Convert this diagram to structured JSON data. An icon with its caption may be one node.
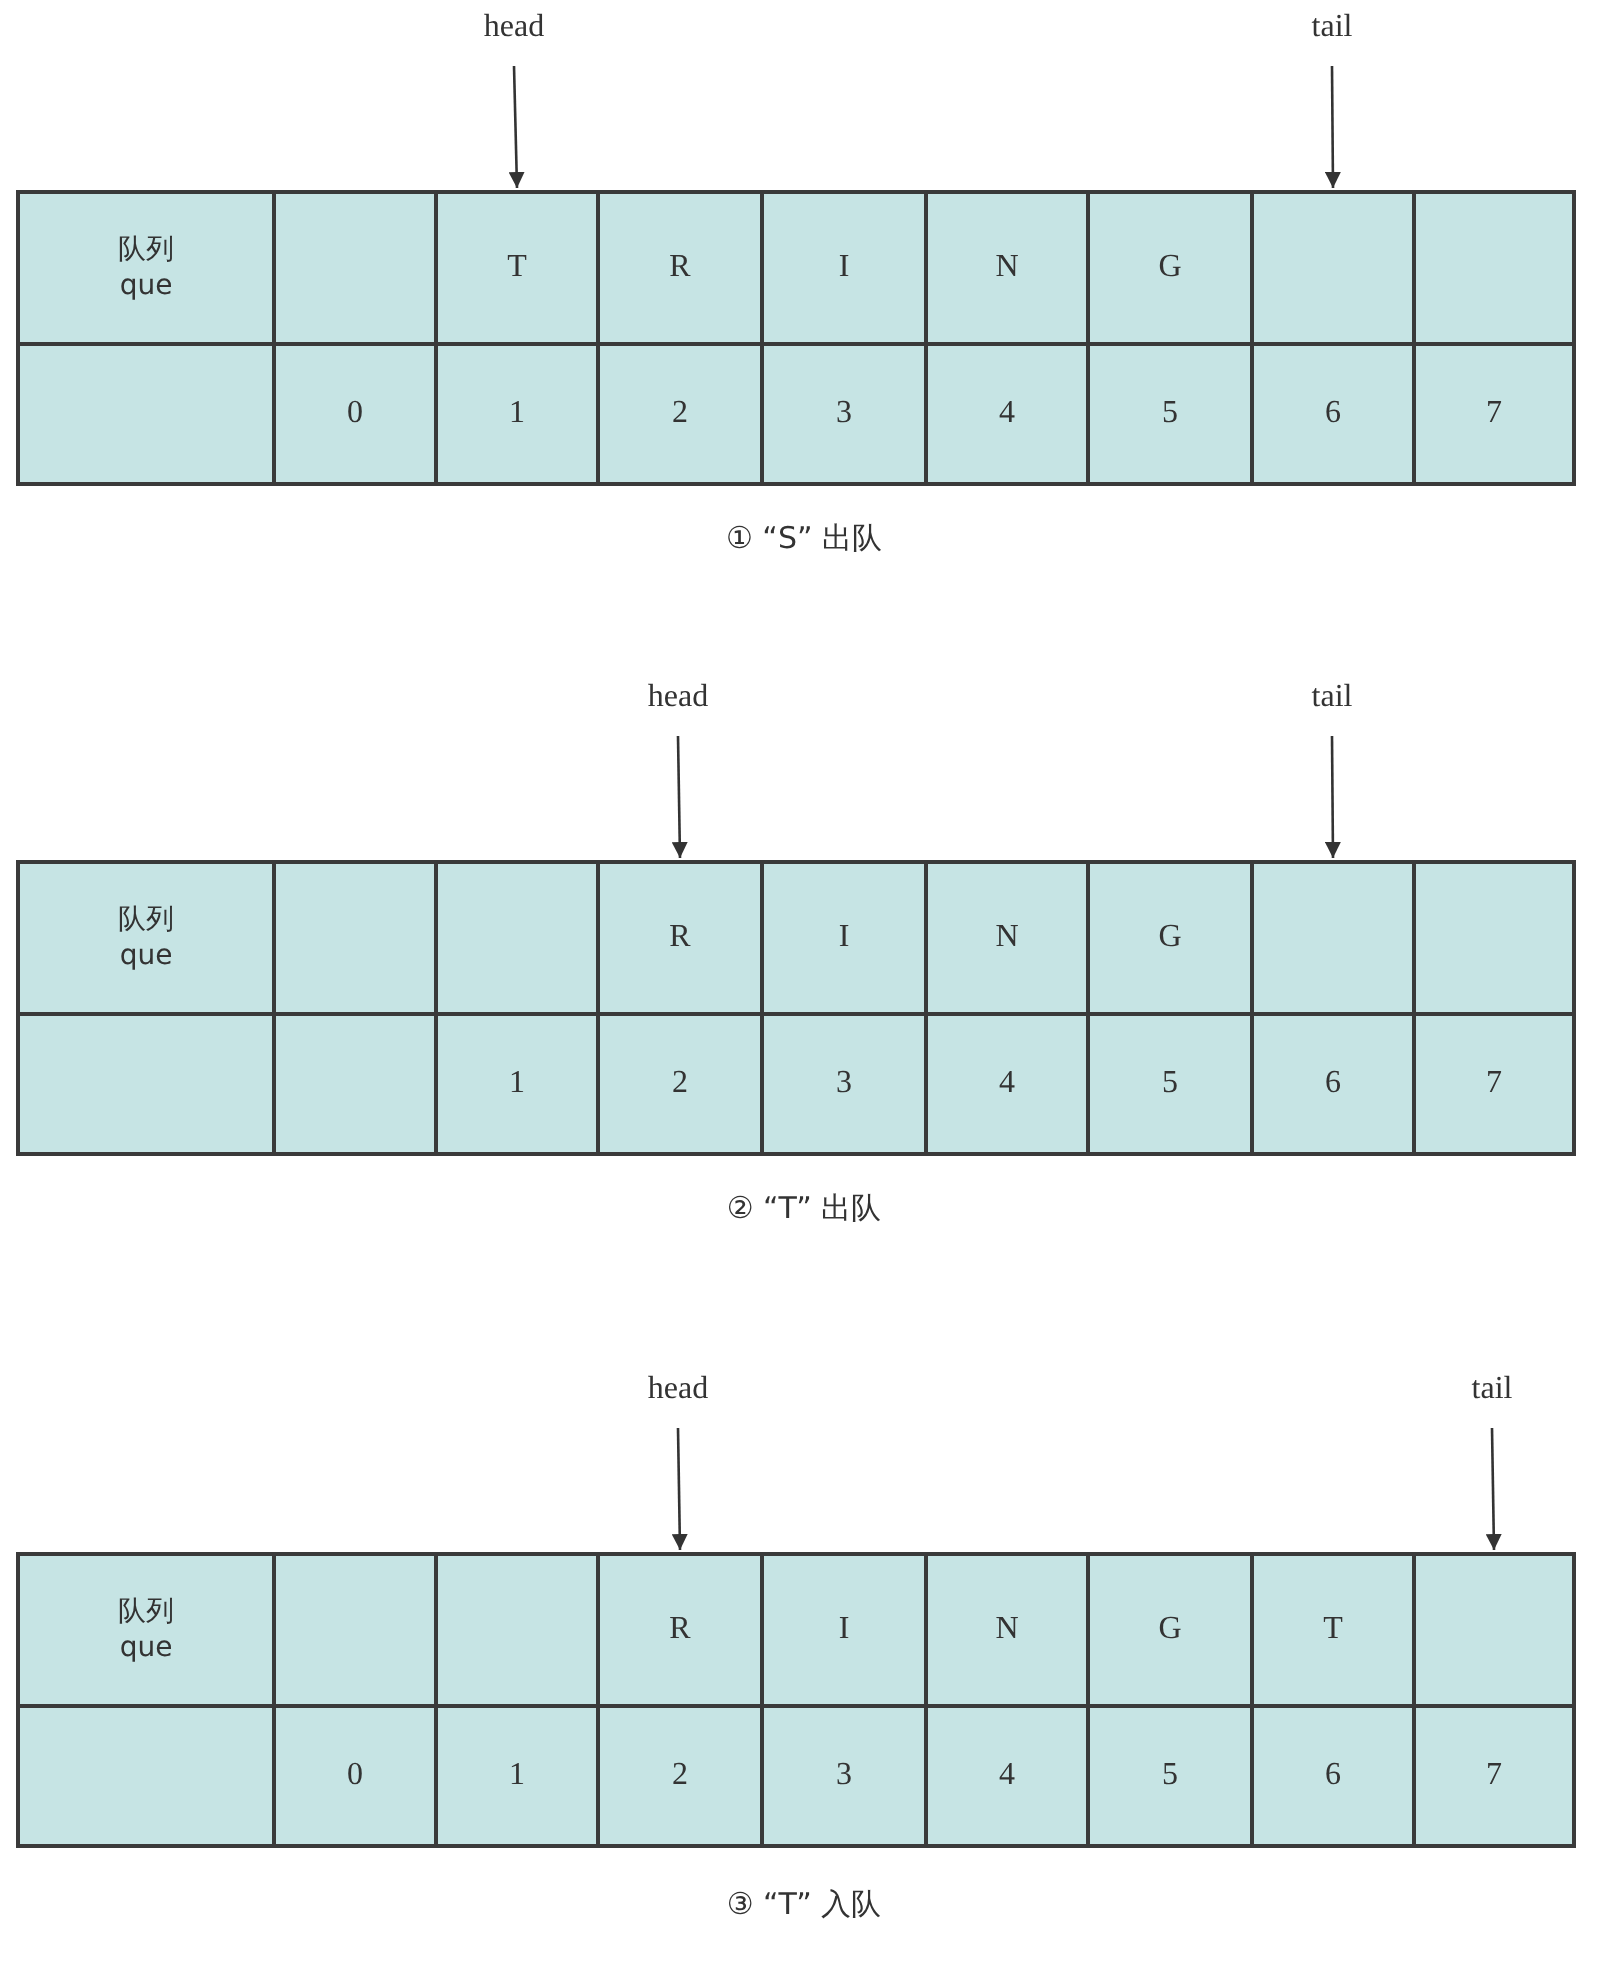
{
  "diagram": {
    "nodes": [
      {
        "text": [
          "head"
        ]
      },
      {
        "text": [
          "tail"
        ]
      },
      {
        "text": [
          "队列 que"
        ]
      },
      {
        "text": [],
        "shape": "box"
      },
      {
        "text": [
          "T"
        ]
      },
      {
        "text": [
          "R"
        ]
      },
      {
        "text": [
          "I"
        ]
      },
      {
        "text": [
          "N"
        ]
      },
      {
        "text": [
          "G"
        ]
      },
      {
        "text": [],
        "shape": "box"
      },
      {
        "text": [],
        "shape": "box"
      },
      {
        "text": [],
        "shape": "box"
      },
      {
        "text": [
          "0"
        ]
      },
      {
        "text": [
          "1"
        ]
      },
      {
        "text": [
          "2"
        ]
      },
      {
        "text": [
          "3"
        ]
      },
      {
        "text": [
          "4"
        ]
      },
      {
        "text": [
          "5"
        ]
      },
      {
        "text": [
          "6"
        ]
      },
      {
        "text": [
          "7"
        ]
      },
      {
        "text": [
          "head"
        ]
      },
      {
        "text": [
          "tail"
        ]
      },
      {
        "text": [
          "队列 que"
        ]
      },
      {
        "text": [],
        "shape": "box"
      },
      {
        "text": [],
        "shape": "box"
      },
      {
        "text": [
          "R"
        ]
      },
      {
        "text": [
          "I"
        ]
      },
      {
        "text": [
          "N"
        ]
      },
      {
        "text": [
          "G"
        ]
      },
      {
        "text": [],
        "shape": "box"
      },
      {
        "text": [],
        "shape": "box"
      },
      {
        "text": [],
        "shape": "box"
      },
      {
        "text": [],
        "shape": "box"
      },
      {
        "text": [
          "1"
        ]
      },
      {
        "text": [
          "2"
        ]
      },
      {
        "text": [
          "3"
        ]
      },
      {
        "text": [
          "4"
        ]
      },
      {
        "text": [
          "5"
        ]
      },
      {
        "text": [
          "6"
        ]
      },
      {
        "text": [
          "7"
        ]
      },
      {
        "text": [
          "head"
        ]
      },
      {
        "text": [
          "tail"
        ]
      },
      {
        "text": [
          "队列 que"
        ]
      },
      {
        "text": [],
        "shape": "box"
      },
      {
        "text": [],
        "shape": "box"
      },
      {
        "text": [
          "R"
        ]
      },
      {
        "text": [
          "I"
        ]
      },
      {
        "text": [
          "N"
        ]
      },
      {
        "text": [
          "G"
        ]
      },
      {
        "text": [
          "T"
        ]
      },
      {
        "text": [],
        "shape": "box"
      },
      {
        "text": [],
        "shape": "box"
      },
      {
        "text": [
          "0"
        ]
      },
      {
        "text": [
          "1"
        ]
      },
      {
        "text": [
          "2"
        ]
      },
      {
        "text": [
          "3"
        ]
      },
      {
        "text": [
          "4"
        ]
      },
      {
        "text": [
          "5"
        ]
      },
      {
        "text": [
          "6"
        ]
      },
      {
        "text": [
          "7"
        ]
      }
    ],
    "edges": [
      {
        "from": 0,
        "to": 4,
        "arrow": "to"
      },
      {
        "from": 1,
        "to": 9,
        "arrow": "to"
      },
      {
        "from": 20,
        "to": 25,
        "arrow": "to"
      },
      {
        "from": 21,
        "to": 29,
        "arrow": "to"
      },
      {
        "from": 40,
        "to": 45,
        "arrow": "to"
      },
      {
        "from": 41,
        "to": 50,
        "arrow": "to"
      }
    ],
    "labels": [
      "① “S” 出队",
      "② “T” 出队",
      "③ “T” 入队"
    ]
  }
}
